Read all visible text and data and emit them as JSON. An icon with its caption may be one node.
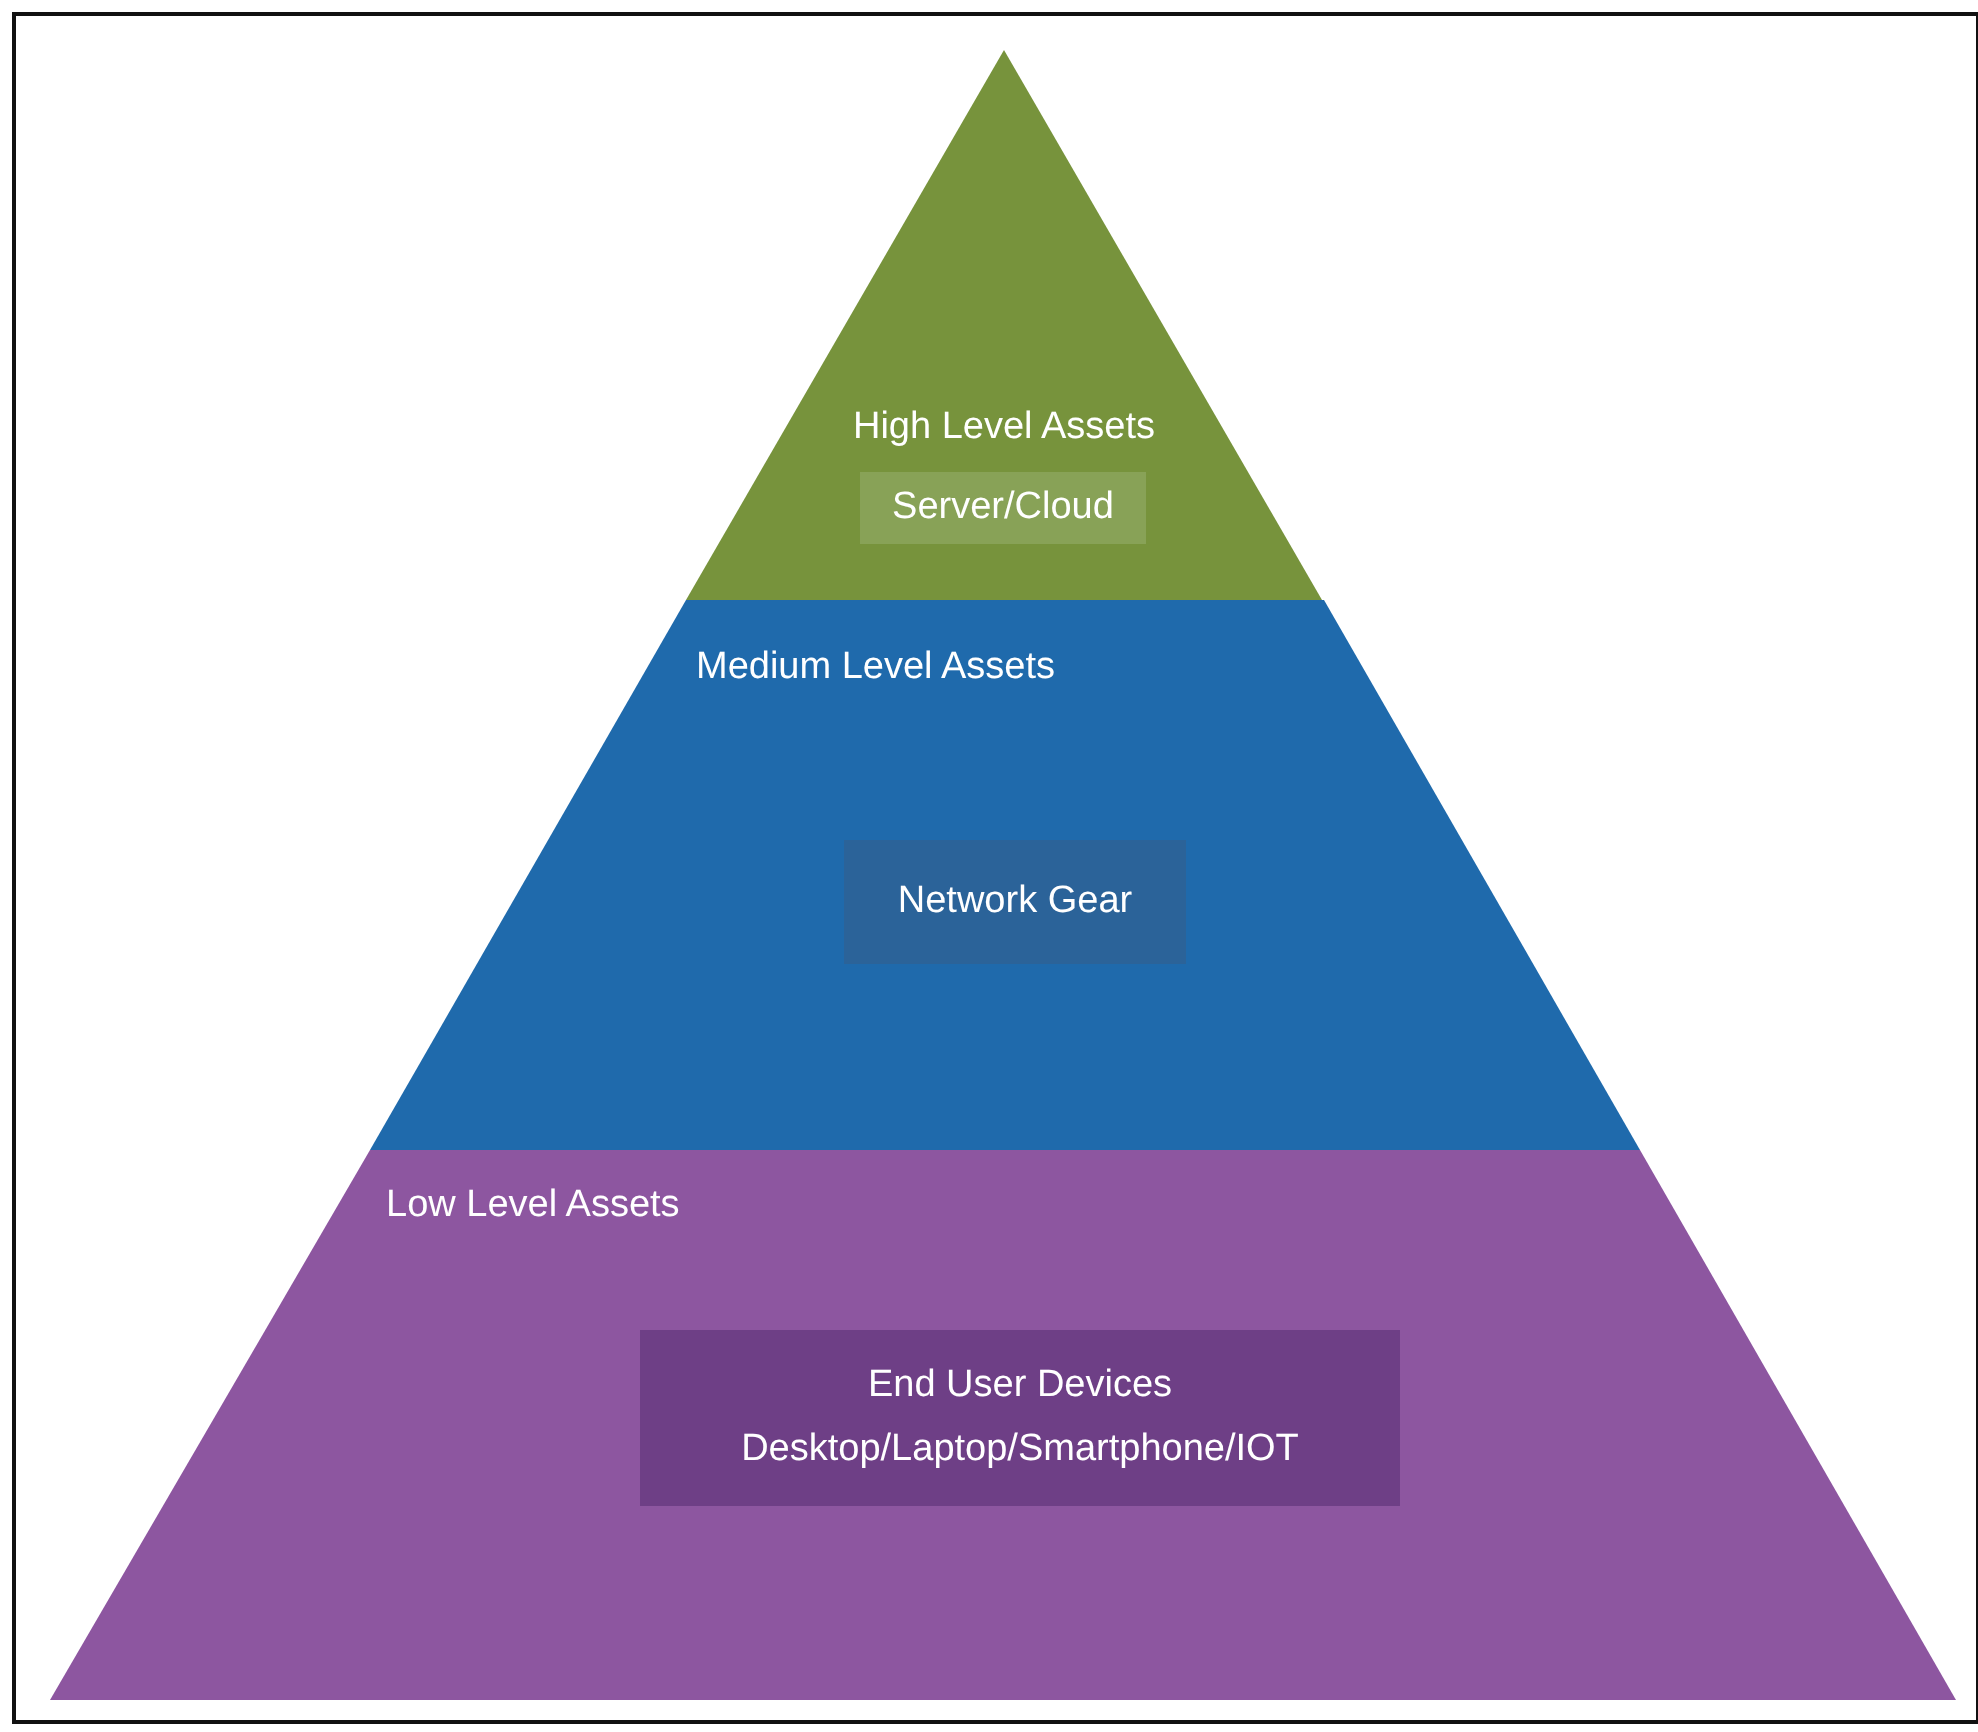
{
  "diagram": {
    "nodes": [
      {
        "text": [
          "High Level Assets"
        ]
      },
      {
        "text": [
          "Server/Cloud"
        ],
        "in": 0
      },
      {
        "text": [
          "Medium Level Assets"
        ]
      },
      {
        "text": [
          "Network Gear"
        ],
        "in": 2
      },
      {
        "text": [
          "Low Level Assets"
        ]
      },
      {
        "text": [
          "End User Devices",
          "Desktop/Laptop/Smartphone/IOT"
        ],
        "in": 4
      }
    ],
    "edges": []
  }
}
